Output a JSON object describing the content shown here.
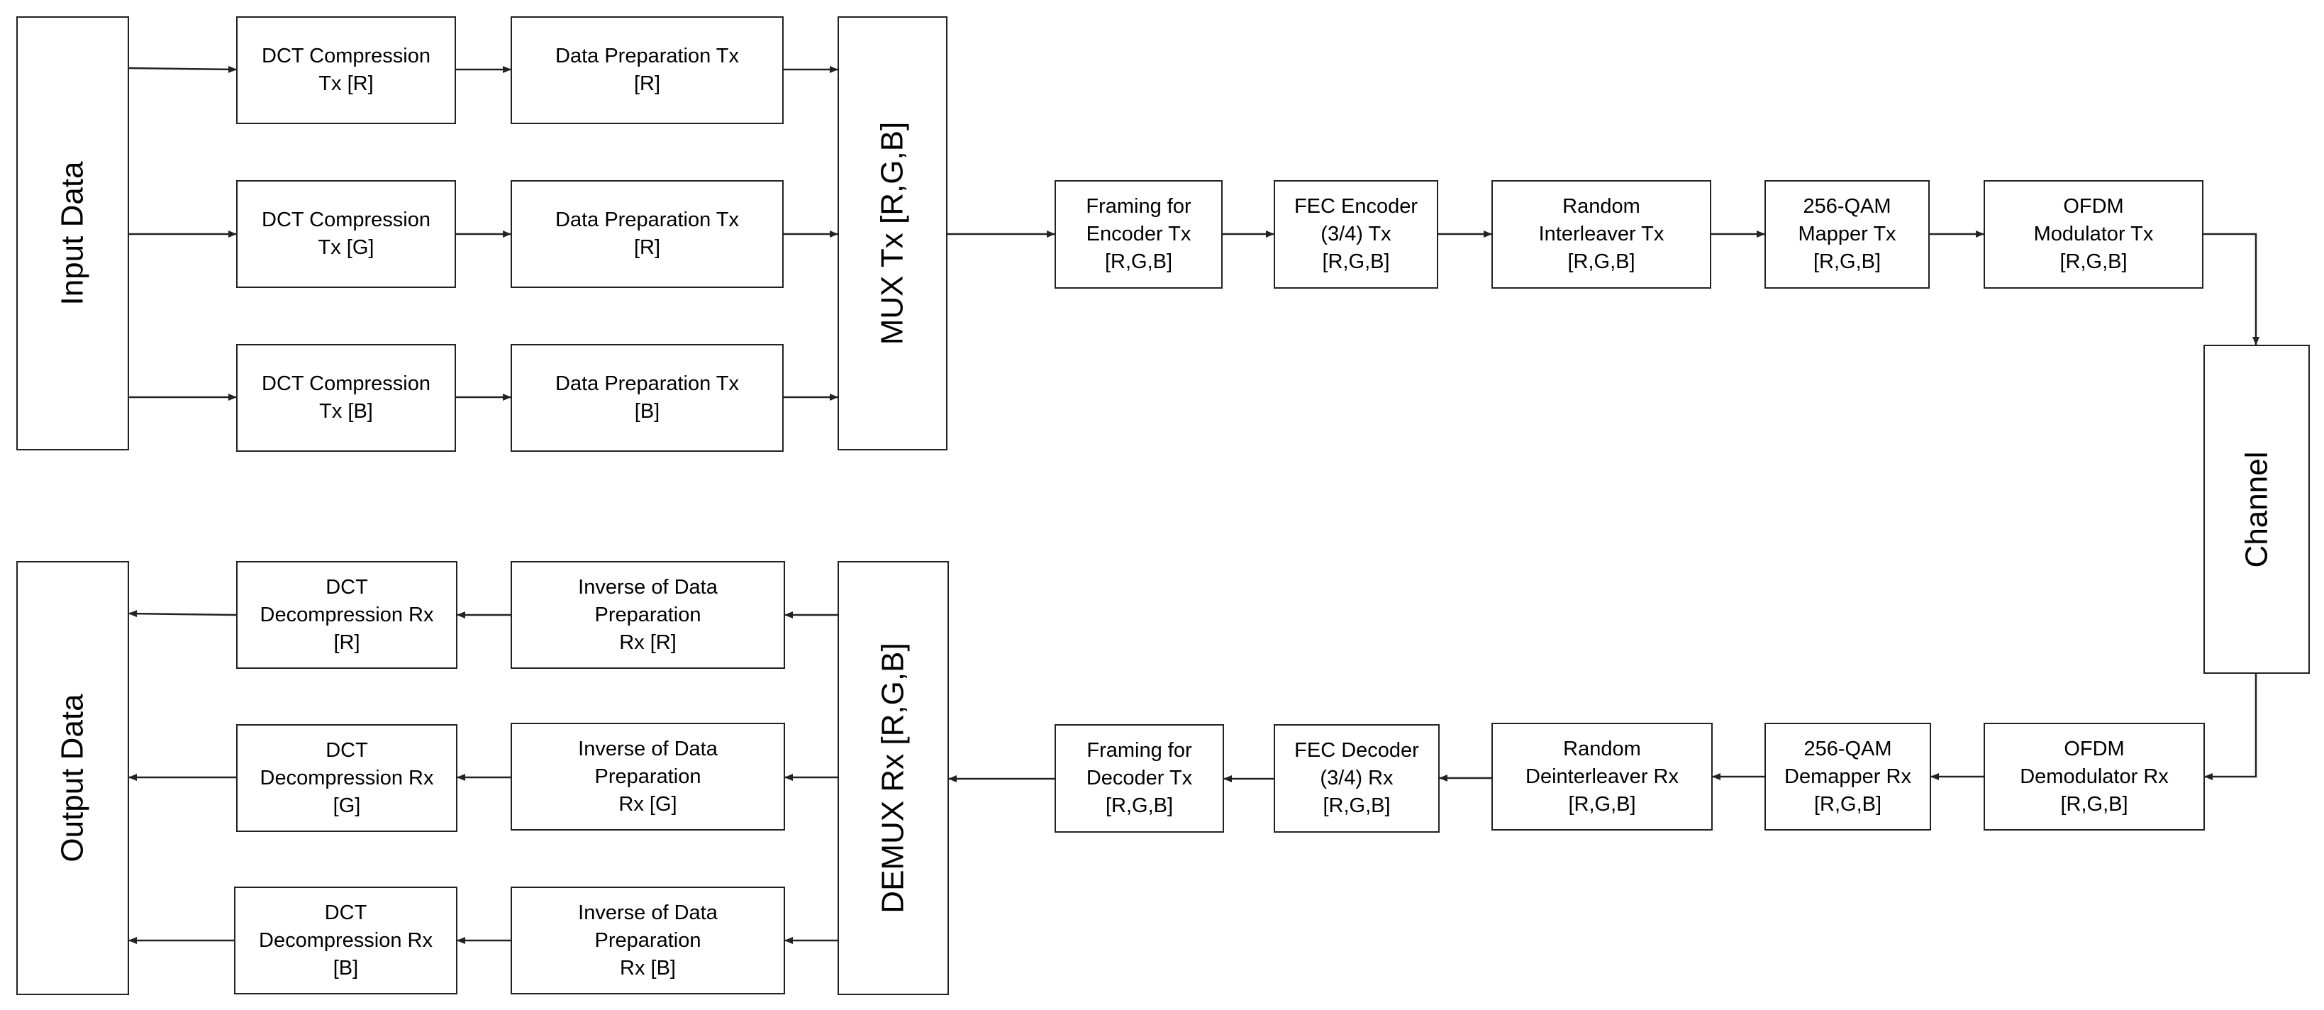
{
  "diagram": {
    "input": "Input Data",
    "output": "Output Data",
    "dct_tx": [
      "DCT Compression\nTx [R]",
      "DCT Compression\nTx [G]",
      "DCT Compression\nTx [B]"
    ],
    "prep_tx": [
      "Data Preparation Tx\n[R]",
      "Data Preparation Tx\n[R]",
      "Data Preparation Tx\n[B]"
    ],
    "mux": "MUX Tx [R,G,B]",
    "framing_tx": "Framing for\nEncoder Tx\n[R,G,B]",
    "fec_enc": "FEC Encoder\n(3/4) Tx\n[R,G,B]",
    "interleaver": "Random\nInterleaver Tx\n[R,G,B]",
    "mapper": "256-QAM\nMapper Tx\n[R,G,B]",
    "ofdm_mod": "OFDM\nModulator Tx\n[R,G,B]",
    "channel": "Channel",
    "ofdm_demod": "OFDM\nDemodulator Rx\n[R,G,B]",
    "demapper": "256-QAM\nDemapper Rx\n[R,G,B]",
    "deinterleaver": "Random\nDeinterleaver Rx\n[R,G,B]",
    "fec_dec": "FEC Decoder\n(3/4) Rx\n[R,G,B]",
    "framing_rx": "Framing for\nDecoder Tx\n[R,G,B]",
    "demux": "DEMUX Rx [R,G,B]",
    "inv_prep": [
      "Inverse of Data\nPreparation\nRx [R]",
      "Inverse of Data\nPreparation\nRx [G]",
      "Inverse of Data\nPreparation\nRx [B]"
    ],
    "dct_rx": [
      "DCT\nDecompression Rx\n[R]",
      "DCT\nDecompression Rx\n[G]",
      "DCT\nDecompression Rx\n[B]"
    ]
  }
}
